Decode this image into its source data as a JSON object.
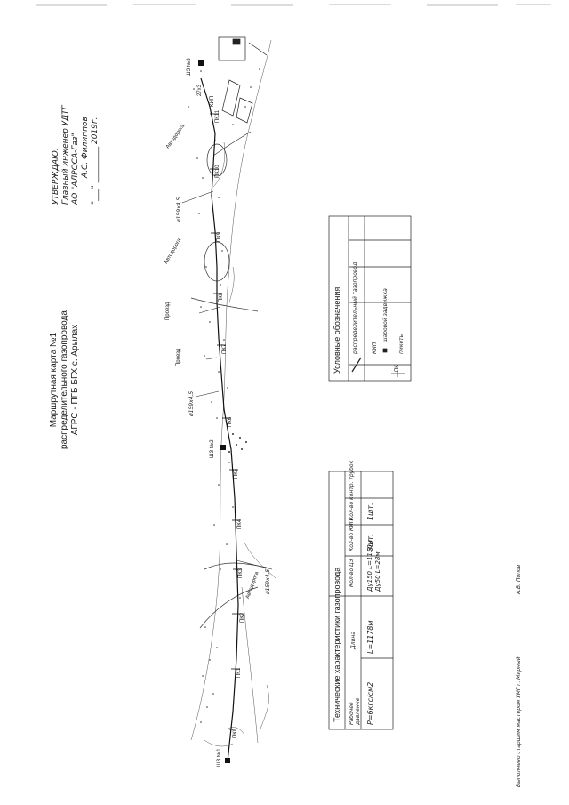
{
  "title": {
    "line1": "Маршрутная карта №1",
    "line2": "распределительного газопровода",
    "line3": "АГРС - ПГБ БГХ с. Арылах"
  },
  "approval": {
    "head": "УТВЕРЖДАЮ:",
    "line1": "Главный инженер УДТГ",
    "line2": "АО \"АЛРОСА-Газ\"",
    "signature": "А.С. Филиппов",
    "date": "\"___\" _________ 2019г."
  },
  "tech_table": {
    "title": "Технические характеристики газопровода",
    "headers": [
      "Рабочее давление",
      "Длина",
      "Кол-во ЦЗ",
      "Кол-во КИП",
      "Кол-во контр. трубок"
    ],
    "row": [
      "Р=6кгс/см2",
      "L=1178м",
      "Ду150 L=1150м\nДу50 L=28м",
      "3шт.",
      "1шт."
    ]
  },
  "legend": {
    "title": "Условные обозначения",
    "items": [
      {
        "symbol": "pipe-line",
        "label": "распределительный газопровод"
      },
      {
        "symbol": "kip-marker",
        "label": "КИП"
      },
      {
        "symbol": "valve-marker",
        "label": "шаровой задвижка"
      },
      {
        "symbol": "pk-marker",
        "label": "пикеты"
      },
      {
        "symbol": "pk-label",
        "label": "ПК"
      }
    ]
  },
  "map_labels": {
    "start_point": "ШЗ №1",
    "mid_point": "ШЗ №2",
    "end_point": "ШЗ №3",
    "pipe_spec_1": "ø159х4,5",
    "pipe_spec_2": "ø159х4,5",
    "pipe_spec_3": "ø159х4,5",
    "crossing_1": "Проезд",
    "crossing_2": "Проезд",
    "road_label_1": "Автодорога",
    "road_label_2": "Автодорога",
    "road_label_3": "Автодорога",
    "kip_label": "КИП",
    "end_note": "27х3",
    "pickets": [
      "ПК0",
      "ПК1",
      "ПК2",
      "ПК3",
      "ПК4",
      "ПК5",
      "ПК6",
      "ПК7",
      "ПК8",
      "ПК9",
      "ПК10",
      "ПК11"
    ]
  },
  "footer": {
    "left": "Выполнено старшим мастером УМГ г. Мирный",
    "right": "А.В. Попов"
  }
}
